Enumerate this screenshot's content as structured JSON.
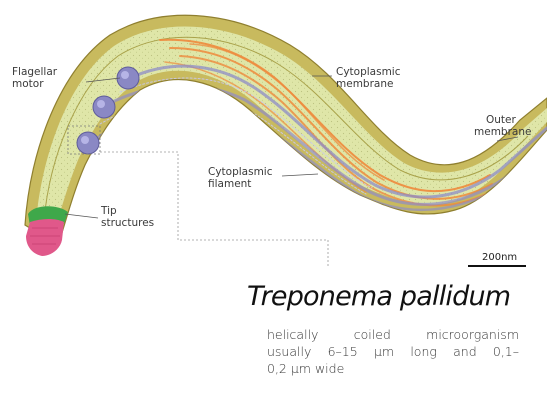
{
  "labels": {
    "flagellar_motor": [
      "Flagellar",
      "motor"
    ],
    "cytoplasmic_membrane": [
      "Cytoplasmic",
      "membrane"
    ],
    "outer_membrane": [
      "Outer",
      "membrane"
    ],
    "cytoplasmic_filament": [
      "Cytoplasmic",
      "filament"
    ],
    "tip_structures": [
      "Tip",
      "structures"
    ]
  },
  "scale_bar": "200nm",
  "title": "Treponema pallidum",
  "description": [
    "helically coiled microorganism",
    "usually 6–15 µm long and 0,1–",
    "0,2 µm wide"
  ],
  "colors": {
    "body_outer": "#c8ba5e",
    "body_inner": "#dfe6a8",
    "filament": "#ee8a3c",
    "flagella": "#8e8cc8",
    "motor": "#8a88c4",
    "tip_green": "#3fa84a",
    "tip_pink": "#e0588a"
  }
}
